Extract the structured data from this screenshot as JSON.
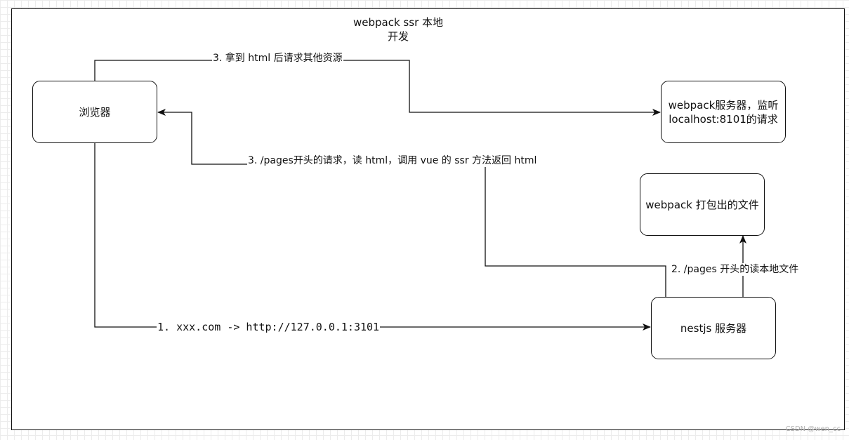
{
  "diagram": {
    "title": "webpack ssr 本地\n开发",
    "nodes": {
      "browser": "浏览器",
      "webpack_server": "webpack服务器，监听 localhost:8101的请求",
      "webpack_output": "webpack 打包出的文件",
      "nestjs": "nestjs 服务器"
    },
    "edges": {
      "request": "1. xxx.com -> http://127.0.0.1:3101",
      "read_files": "2. /pages 开头的读本地文件",
      "pages_ssr": "3. /pages开头的请求，读 html，调用 vue  的 ssr 方法返回 html",
      "fetch_resources": "3. 拿到 html 后请求其他资源"
    }
  },
  "watermark": "CSDN @wen_cc",
  "colors": {
    "line": "#111111",
    "grid": "#ececec",
    "background": "#ffffff"
  }
}
